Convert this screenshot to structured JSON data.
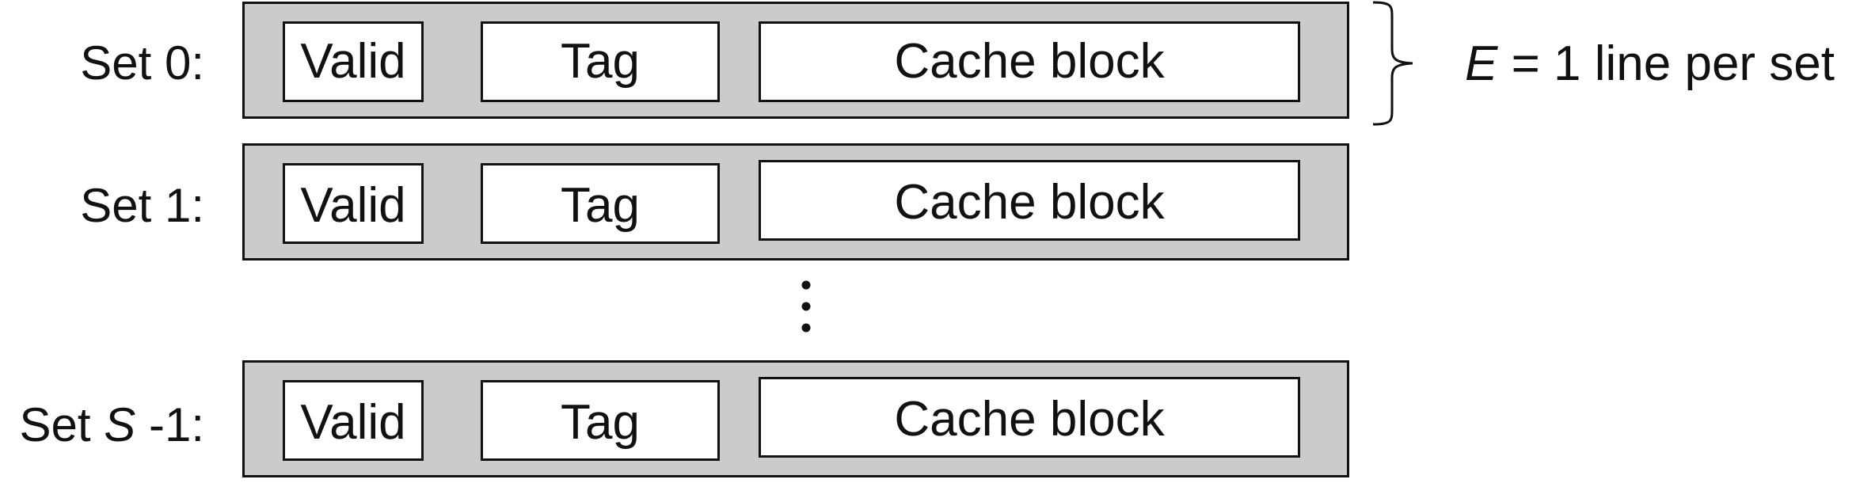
{
  "sets": [
    {
      "label_prefix": "Set ",
      "label_var": "",
      "label_suffix": "0:",
      "valid": "Valid",
      "tag": "Tag",
      "block": "Cache block"
    },
    {
      "label_prefix": "Set ",
      "label_var": "",
      "label_suffix": "1:",
      "valid": "Valid",
      "tag": "Tag",
      "block": "Cache block"
    },
    {
      "label_prefix": "Set ",
      "label_var": "S",
      "label_suffix": " -1:",
      "valid": "Valid",
      "tag": "Tag",
      "block": "Cache block"
    }
  ],
  "annotation": {
    "var": "E",
    "text": " = 1 line per set"
  },
  "colors": {
    "set_fill": "#cbcbcb",
    "field_fill": "#ffffff",
    "stroke": "#111111"
  }
}
